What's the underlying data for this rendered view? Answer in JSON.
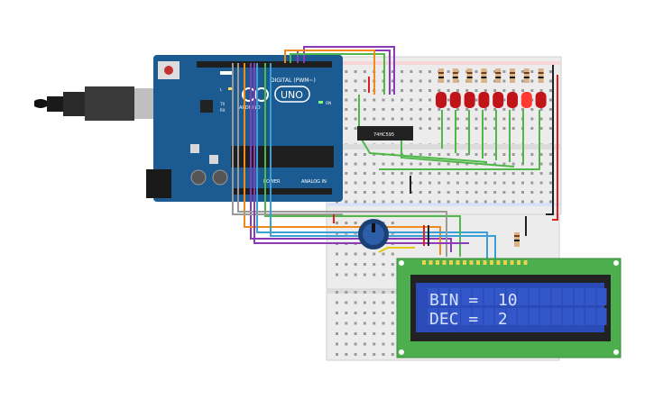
{
  "board": {
    "brand_label": "ARDUINO",
    "model_label": "UNO",
    "digital_label": "DIGITAL (PWM~)",
    "analog_label": "ANALOG IN",
    "power_label": "POWER",
    "on_label": "ON",
    "l_label": "L",
    "tx_label": "TX",
    "rx_label": "RX"
  },
  "chip": {
    "label": "74HC595"
  },
  "leds": {
    "count": 8,
    "lit_index": 6
  },
  "lcd": {
    "line1": "BIN =  10",
    "line2": "DEC =  2",
    "columns": 16
  },
  "colors": {
    "board_blue": "#1b5b91",
    "led_red": "#c0141a",
    "led_lit": "#ff3a30",
    "lcd_pcb": "#4cae4c",
    "lcd_screen": "#2a4bb8",
    "lcd_text": "#d6e0ff",
    "wire_green": "#4fb848",
    "wire_orange": "#f08a1c",
    "wire_purple": "#8b3bb8",
    "wire_yellow": "#e8c814",
    "wire_gray": "#9a9a9a",
    "wire_blue": "#3aa0d8",
    "wire_red": "#e02020",
    "wire_black": "#222222"
  }
}
